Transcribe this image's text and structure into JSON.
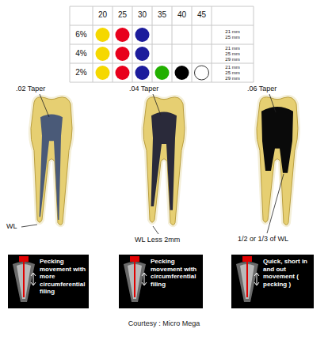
{
  "diagram": {
    "caption": "Courtesy : Micro Mega",
    "nodes": [
      {
        "text": [
          "Pecking movement with more circumferential filing"
        ]
      },
      {
        "text": [
          "Pecking movement with circumferential filing"
        ]
      },
      {
        "text": [
          "Quick, short in and out movement ( pecking )"
        ]
      }
    ],
    "labels": [
      "20",
      "25",
      "30",
      "35",
      "40",
      "45",
      "6%",
      "4%",
      "2%",
      "21 mm",
      "25 mm",
      "21 mm",
      "25 mm",
      "29 mm",
      "21 mm",
      "25 mm",
      "29 mm",
      ".02 Taper",
      "WL",
      ".04 Taper",
      "WL Less 2mm",
      ".06 Taper",
      "1/2 or 1/3 of WL"
    ]
  }
}
